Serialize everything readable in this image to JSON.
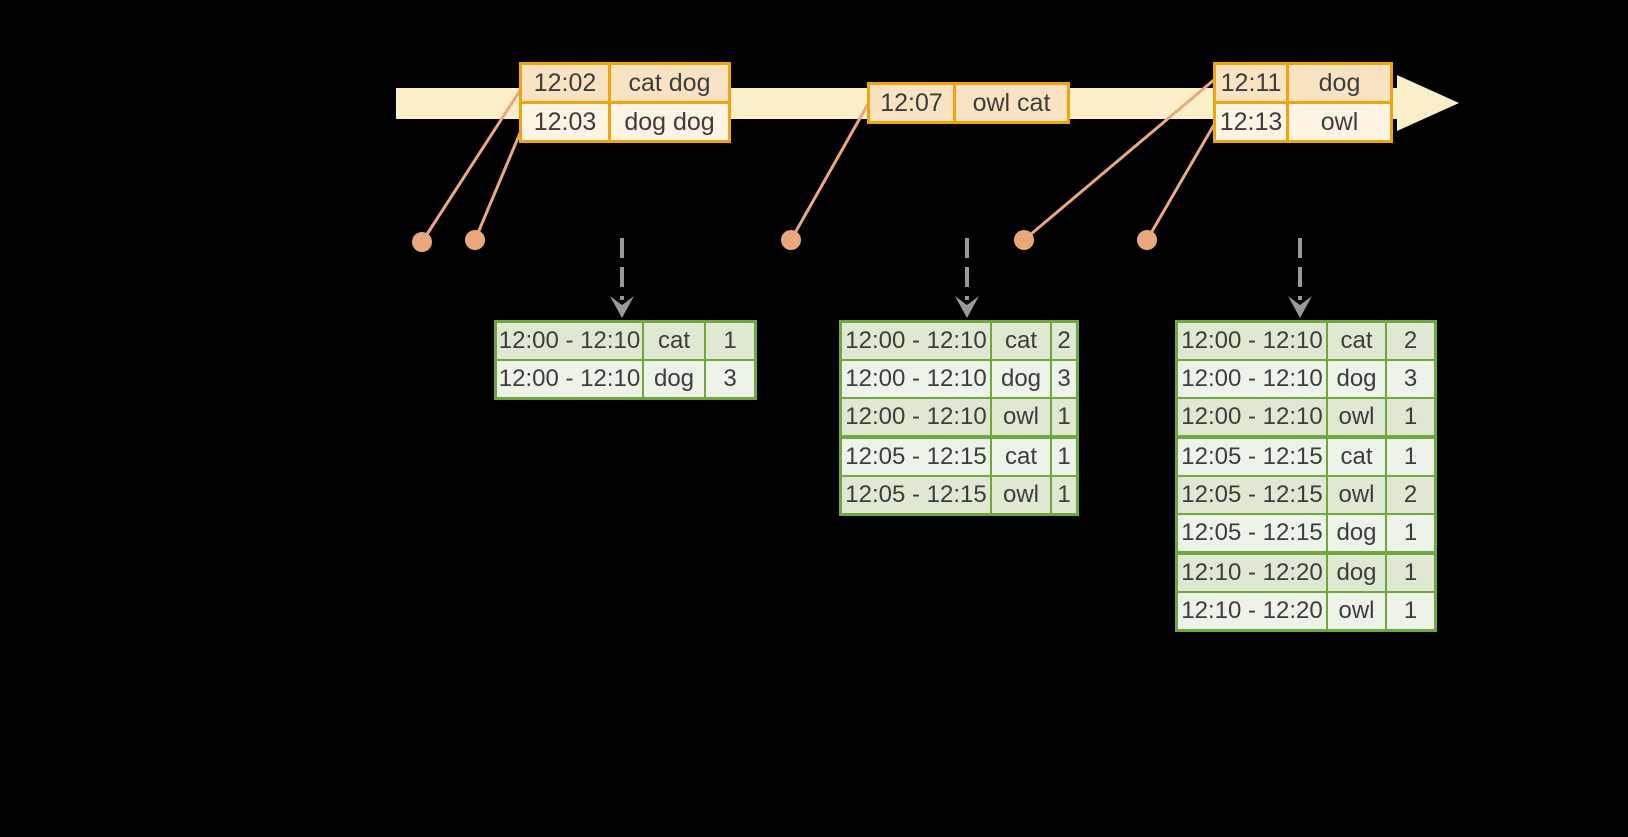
{
  "colors": {
    "background": "#000000",
    "timeline_band": "#FBEFC9",
    "event_border": "#F0A50F",
    "event_fill_dark": "#FAE3C3",
    "event_fill_light": "#FDF4E4",
    "dot_line": "#ECA87D",
    "trigger_arrow": "#999999",
    "result_border": "#71A83C",
    "result_fill_dark": "#DEE8D2",
    "result_fill_light": "#EEF3EA",
    "text": "#3d3d3d"
  },
  "event_tables": [
    {
      "rows": [
        {
          "time": "12:02",
          "words": "cat dog"
        },
        {
          "time": "12:03",
          "words": "dog dog"
        }
      ]
    },
    {
      "rows": [
        {
          "time": "12:07",
          "words": "owl cat"
        }
      ]
    },
    {
      "rows": [
        {
          "time": "12:11",
          "words": "dog"
        },
        {
          "time": "12:13",
          "words": "owl"
        }
      ]
    }
  ],
  "result_tables": [
    {
      "rows": [
        {
          "window": "12:00 - 12:10",
          "word": "cat",
          "count": "1"
        },
        {
          "window": "12:00 - 12:10",
          "word": "dog",
          "count": "3"
        }
      ]
    },
    {
      "rows": [
        {
          "window": "12:00 - 12:10",
          "word": "cat",
          "count": "2"
        },
        {
          "window": "12:00 - 12:10",
          "word": "dog",
          "count": "3"
        },
        {
          "window": "12:00 - 12:10",
          "word": "owl",
          "count": "1"
        },
        {
          "window": "12:05 - 12:15",
          "word": "cat",
          "count": "1"
        },
        {
          "window": "12:05 - 12:15",
          "word": "owl",
          "count": "1"
        }
      ]
    },
    {
      "rows": [
        {
          "window": "12:00 - 12:10",
          "word": "cat",
          "count": "2"
        },
        {
          "window": "12:00 - 12:10",
          "word": "dog",
          "count": "3"
        },
        {
          "window": "12:00 - 12:10",
          "word": "owl",
          "count": "1"
        },
        {
          "window": "12:05 - 12:15",
          "word": "cat",
          "count": "1"
        },
        {
          "window": "12:05 - 12:15",
          "word": "owl",
          "count": "2"
        },
        {
          "window": "12:05 - 12:15",
          "word": "dog",
          "count": "1"
        },
        {
          "window": "12:10 - 12:20",
          "word": "dog",
          "count": "1"
        },
        {
          "window": "12:10 - 12:20",
          "word": "owl",
          "count": "1"
        }
      ]
    }
  ]
}
